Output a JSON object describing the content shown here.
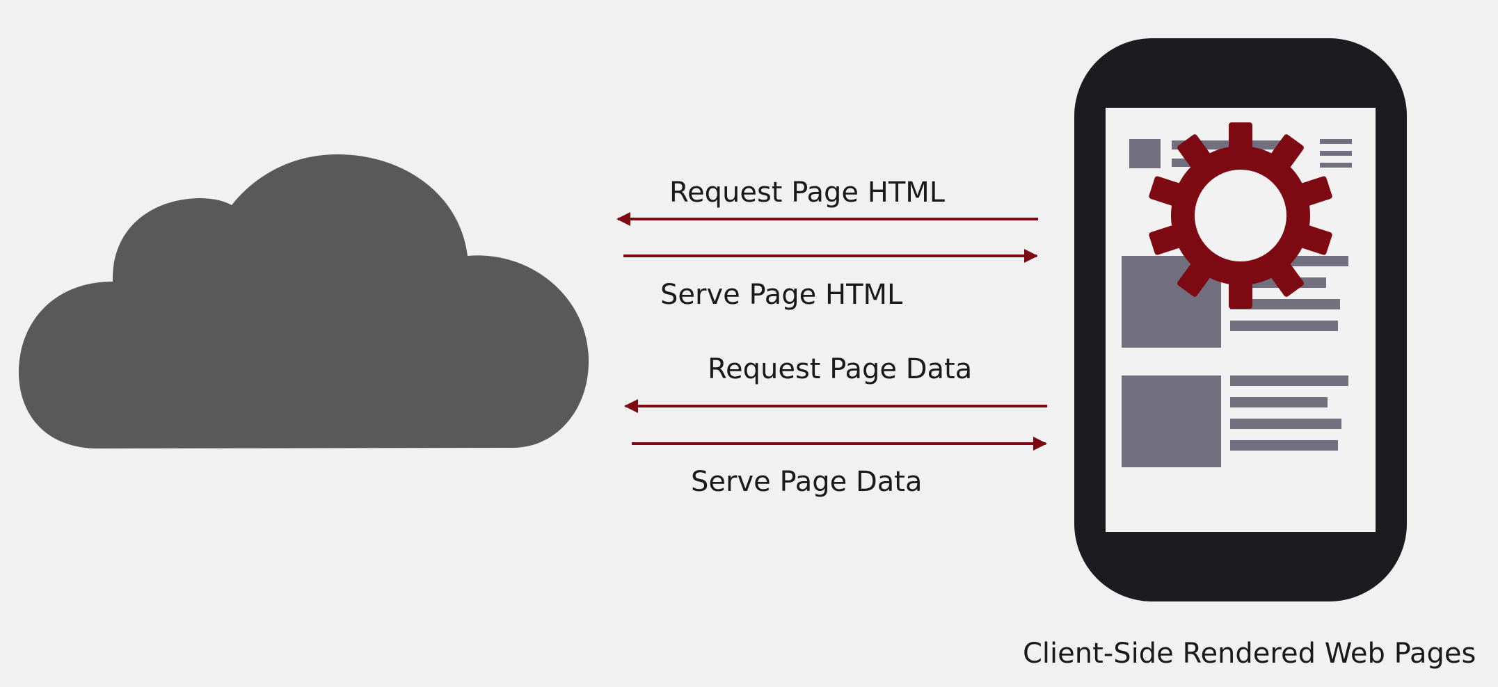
{
  "arrows": [
    {
      "label": "Request Page HTML",
      "direction": "to-server"
    },
    {
      "label": "Serve Page HTML",
      "direction": "to-client"
    },
    {
      "label": "Request Page Data",
      "direction": "to-server"
    },
    {
      "label": "Serve Page Data",
      "direction": "to-client"
    }
  ],
  "caption": "Client-Side Rendered Web Pages",
  "colors": {
    "background": "#f1f1f1",
    "cloud": "#595959",
    "phone_body": "#1c1b20",
    "phone_screen": "#f2f2f2",
    "content_blocks": "#72707f",
    "arrow": "#7d0a12",
    "gear": "#7d0a12"
  },
  "icons": [
    "cloud-icon",
    "smartphone-icon",
    "gear-icon"
  ]
}
